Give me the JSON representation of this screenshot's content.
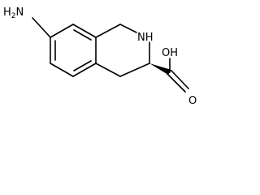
{
  "molecule": {
    "atom_labels": {
      "amine": "H2N",
      "ring_nh": "NH",
      "hydroxyl": "OH",
      "carbonyl_o": "O"
    },
    "stereo": {
      "c3_bond": "bold-wedge"
    },
    "colors": {
      "bond": "#000000",
      "label": "#000000",
      "background": "#ffffff"
    }
  }
}
